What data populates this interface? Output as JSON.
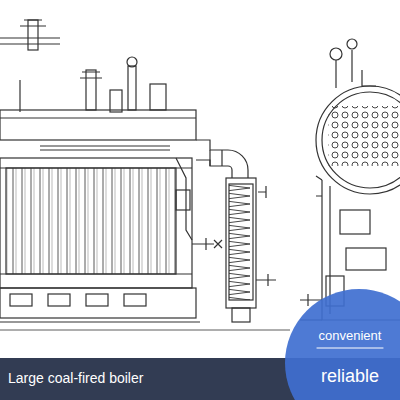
{
  "diagram": {
    "nodes": [
      {
        "text": [
          "Large coal-fired boiler"
        ]
      },
      {
        "text": [
          "convenient",
          "reliable"
        ]
      }
    ]
  }
}
